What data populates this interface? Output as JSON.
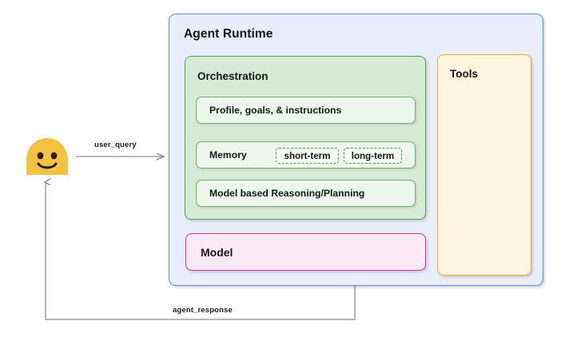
{
  "diagram": {
    "title": "Agent Runtime architecture diagram",
    "background": "#ffffff",
    "actor": {
      "icon": "smiley-face-emoji",
      "color": "#f7c33f"
    },
    "flows": [
      {
        "name": "user-query-arrow",
        "label": "user_query",
        "direction": "user-to-agent"
      },
      {
        "name": "agent-response-arrow",
        "label": "agent_response",
        "direction": "agent-to-user"
      }
    ],
    "agent_runtime": {
      "title": "Agent Runtime",
      "border_color": "#5b8def",
      "fill_color": "#e8eefc",
      "orchestration": {
        "title": "Orchestration",
        "border_color": "#55a34f",
        "fill_color": "#d6ebd5",
        "rows": [
          {
            "name": "profile-goals-instructions",
            "label": "Profile, goals, & instructions",
            "chips": []
          },
          {
            "name": "memory",
            "label": "Memory",
            "chips": [
              {
                "name": "short-term",
                "label": "short-term"
              },
              {
                "name": "long-term",
                "label": "long-term"
              }
            ]
          },
          {
            "name": "model-based-reasoning-planning",
            "label": "Model based Reasoning/Planning",
            "chips": []
          }
        ]
      },
      "model": {
        "label": "Model",
        "border_color": "#d6338c",
        "fill_color": "#fbe9f3"
      },
      "tools": {
        "label": "Tools",
        "border_color": "#e8a93a",
        "fill_color": "#fdf5dd"
      }
    }
  }
}
